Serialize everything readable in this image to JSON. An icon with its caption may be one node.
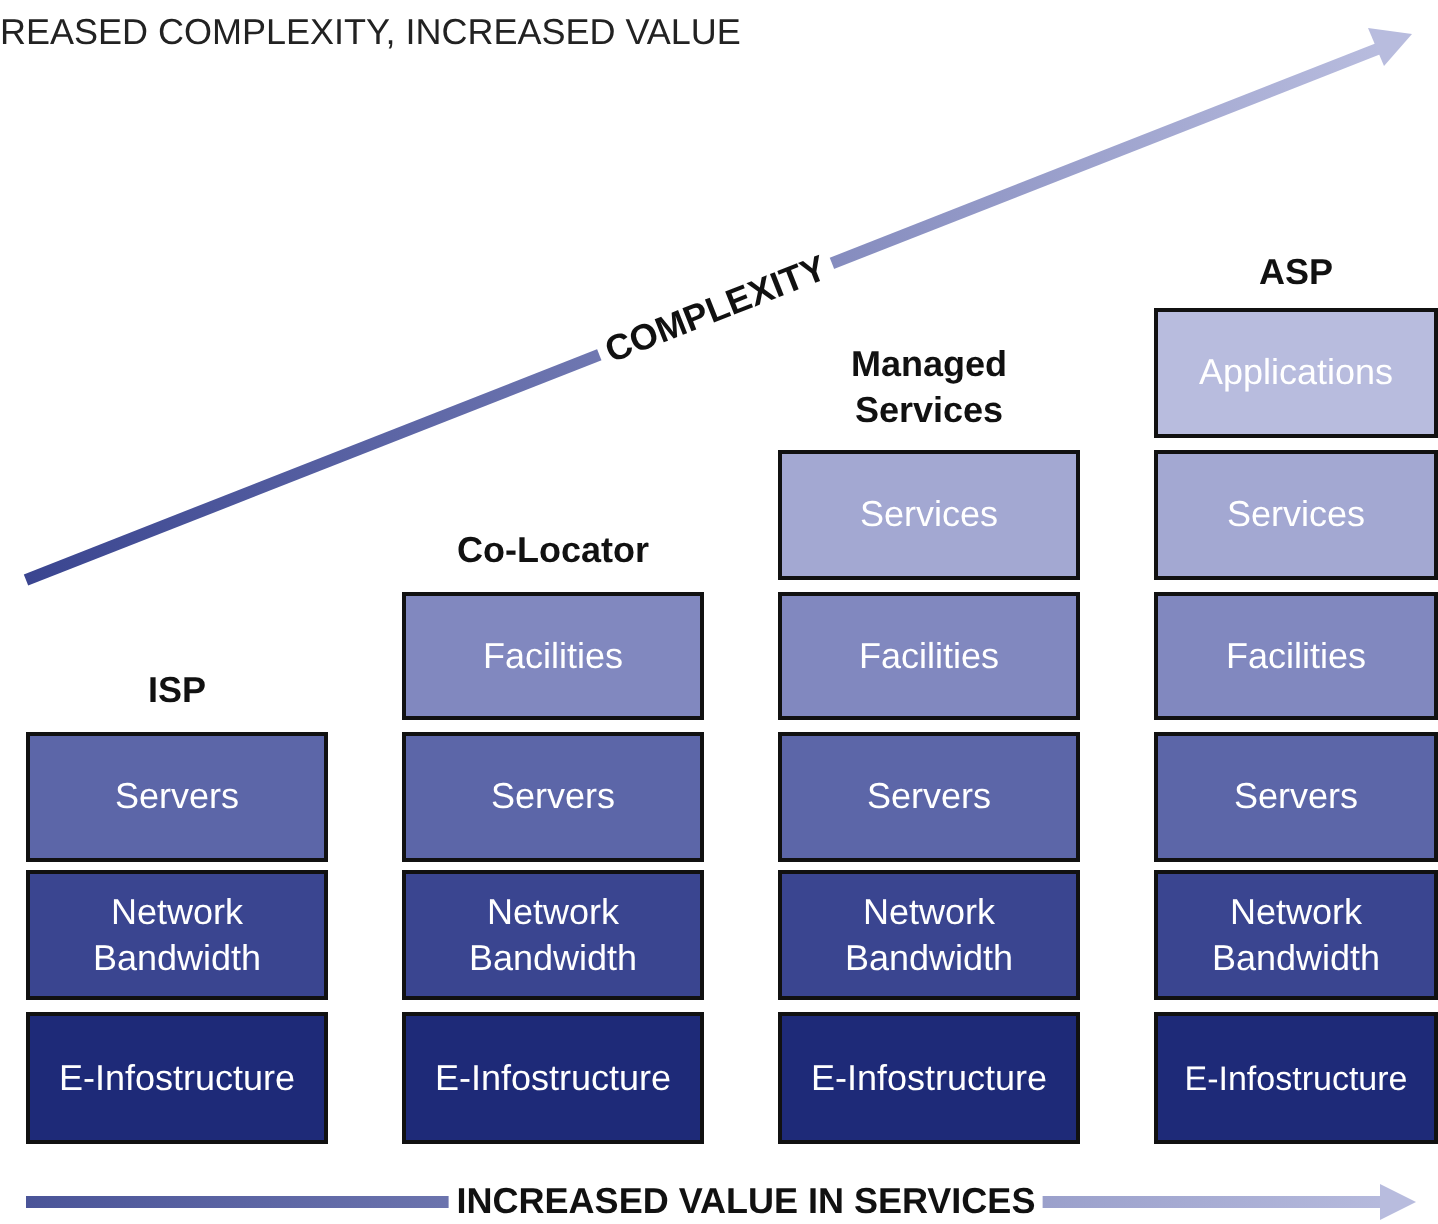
{
  "diagram": {
    "title": "REASED COMPLEXITY, INCREASED VALUE",
    "nodes": [
      {
        "text": [
          "Servers"
        ]
      },
      {
        "text": [
          "Network Bandwidth"
        ]
      },
      {
        "text": [
          "E-Infostructure"
        ]
      },
      {
        "text": [
          "Facilities"
        ]
      },
      {
        "text": [
          "Servers"
        ]
      },
      {
        "text": [
          "Network Bandwidth"
        ]
      },
      {
        "text": [
          "E-Infostructure"
        ]
      },
      {
        "text": [
          "Services"
        ]
      },
      {
        "text": [
          "Facilities"
        ]
      },
      {
        "text": [
          "Servers"
        ]
      },
      {
        "text": [
          "Network Bandwidth"
        ]
      },
      {
        "text": [
          "E-Infostructure"
        ]
      },
      {
        "text": [
          "Applications"
        ]
      },
      {
        "text": [
          "Services"
        ]
      },
      {
        "text": [
          "Facilities"
        ]
      },
      {
        "text": [
          "Servers"
        ]
      },
      {
        "text": [
          "Network Bandwidth"
        ]
      },
      {
        "text": [
          "E-Infostructure"
        ]
      }
    ],
    "edges": [],
    "labels": [
      "COMPLEXITY",
      "ASP",
      "Managed Services",
      "Co-Locator",
      "ISP",
      "INCREASED VALUE IN SERVICES"
    ]
  }
}
